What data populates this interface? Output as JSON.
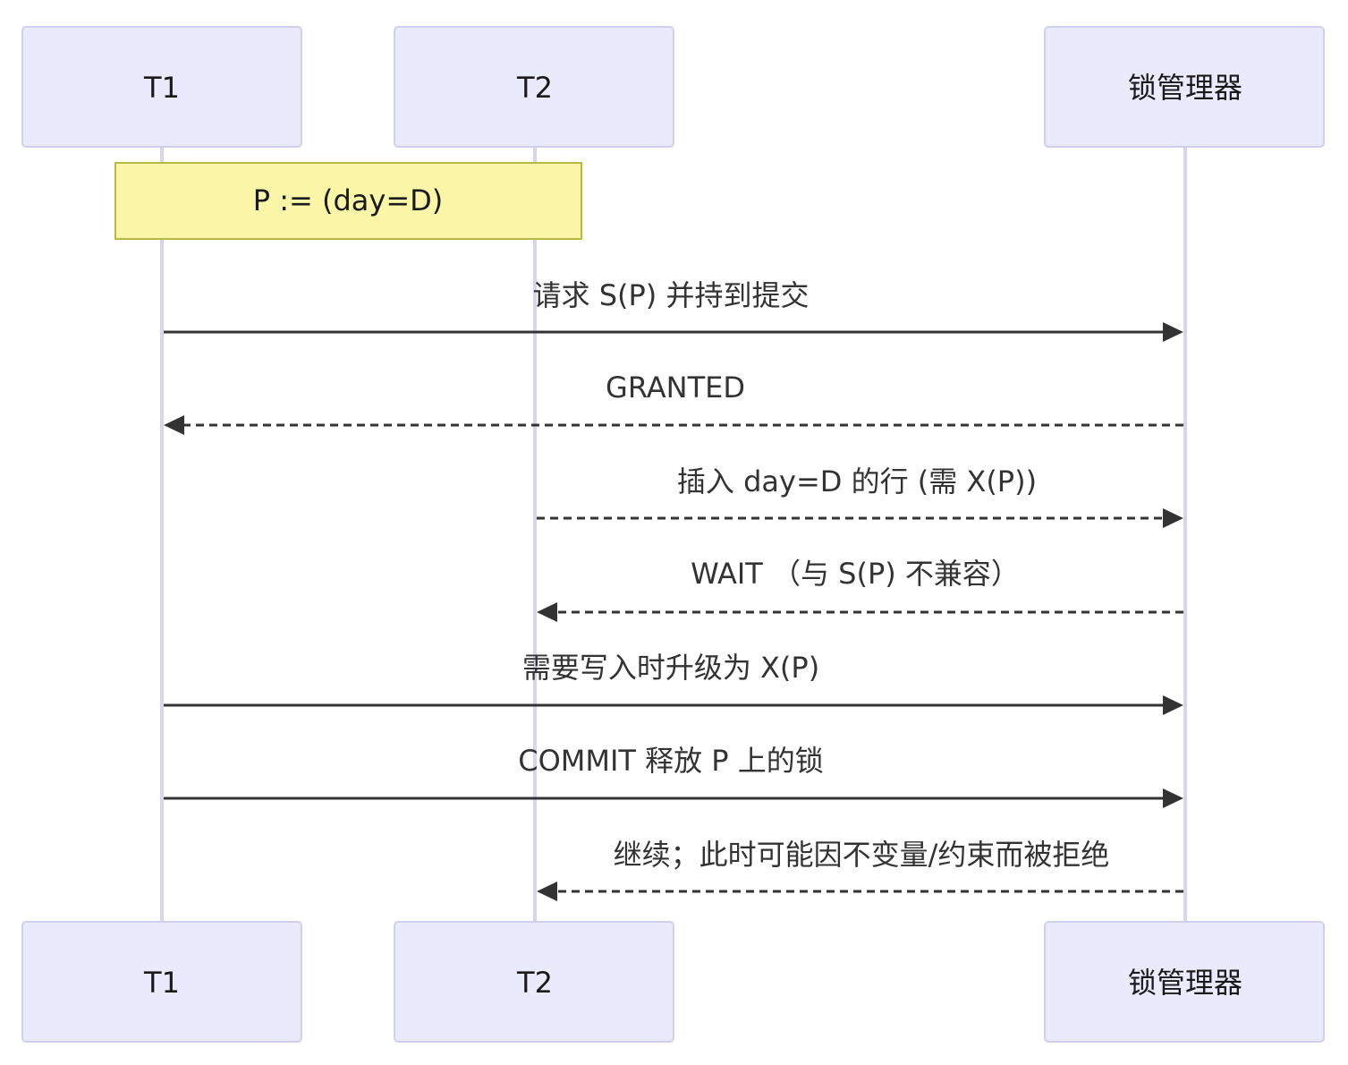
{
  "actors": [
    {
      "id": "T1",
      "label": "T1"
    },
    {
      "id": "T2",
      "label": "T2"
    },
    {
      "id": "LM",
      "label": "锁管理器"
    }
  ],
  "note": {
    "text": "P := (day=D)",
    "over": [
      "T1",
      "T2"
    ]
  },
  "messages": [
    {
      "from": "T1",
      "to": "LM",
      "text": "请求 S(P) 并持到提交",
      "style": "solid"
    },
    {
      "from": "LM",
      "to": "T1",
      "text": "GRANTED",
      "style": "dashed"
    },
    {
      "from": "T2",
      "to": "LM",
      "text": "插入 day=D 的行 (需 X(P))",
      "style": "dashed"
    },
    {
      "from": "LM",
      "to": "T2",
      "text": "WAIT （与 S(P) 不兼容）",
      "style": "dashed"
    },
    {
      "from": "T1",
      "to": "LM",
      "text": "需要写入时升级为 X(P)",
      "style": "solid"
    },
    {
      "from": "T1",
      "to": "LM",
      "text": "COMMIT 释放 P 上的锁",
      "style": "solid"
    },
    {
      "from": "LM",
      "to": "T2",
      "text": "继续；此时可能因不变量/约束而被拒绝",
      "style": "dashed"
    }
  ],
  "colors": {
    "actor_fill": "#eaeafd",
    "actor_border": "#cfcff0",
    "lifeline": "#d8d4ef",
    "note_fill": "#fbf5a8",
    "note_border": "#b8b848",
    "arrow": "#333333"
  }
}
